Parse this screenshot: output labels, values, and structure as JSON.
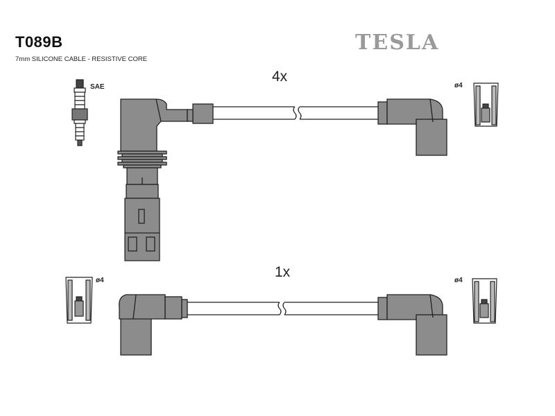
{
  "header": {
    "part_code": "T089B",
    "subtitle": "7mm SILICONE CABLE - RESISTIVE CORE",
    "brand": "TESLA"
  },
  "sets": [
    {
      "quantity_label": "4x"
    },
    {
      "quantity_label": "1x"
    }
  ],
  "labels": {
    "spark_plug": "SAE",
    "terminal_top_right": "ø4",
    "terminal_bottom_left": "ø4",
    "terminal_bottom_right": "ø4"
  },
  "colors": {
    "connector_fill": "#8c8c8c",
    "outline": "#222222",
    "brand": "#9a9a9a"
  }
}
